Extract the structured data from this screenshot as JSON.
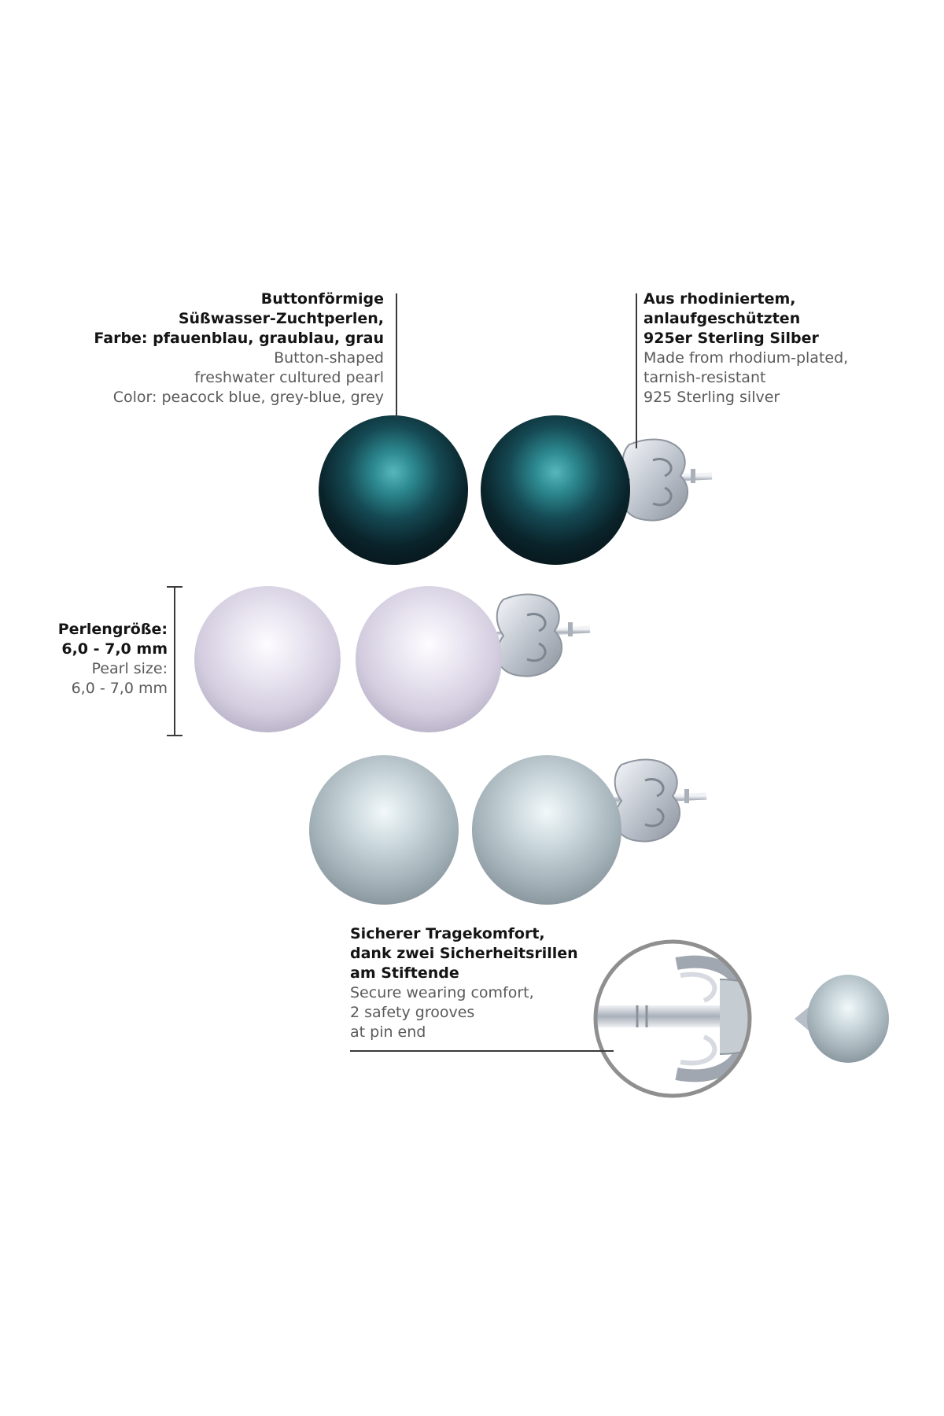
{
  "annotations": {
    "pearl": {
      "de": [
        "Buttonförmige",
        "Süßwasser-Zuchtperlen,",
        "Farbe: pfauenblau, graublau, grau"
      ],
      "en": [
        "Button-shaped",
        "freshwater cultured pearl",
        "Color: peacock blue, grey-blue, grey"
      ]
    },
    "silver": {
      "de": [
        "Aus rhodiniertem,",
        "anlaufgeschützten",
        "925er Sterling Silber"
      ],
      "en": [
        "Made from rhodium-plated,",
        "tarnish-resistant",
        "925 Sterling silver"
      ]
    },
    "size": {
      "de": [
        "Perlengröße:",
        "6,0 - 7,0 mm"
      ],
      "en": [
        "Pearl size:",
        "6,0 - 7,0 mm"
      ]
    },
    "comfort": {
      "de": [
        "Sicherer Tragekomfort,",
        "dank zwei Sicherheitsrillen",
        "am Stiftende"
      ],
      "en": [
        "Secure wearing comfort,",
        "2 safety grooves",
        "at pin end"
      ]
    }
  },
  "colors": {
    "peacock_blue": "#0e2a31",
    "peacock_highlight": "#2f8f96",
    "white_pearl": "#ddd8e6",
    "grey_blue_pearl": "#b3bfc5",
    "silver": "#c9ced6"
  }
}
